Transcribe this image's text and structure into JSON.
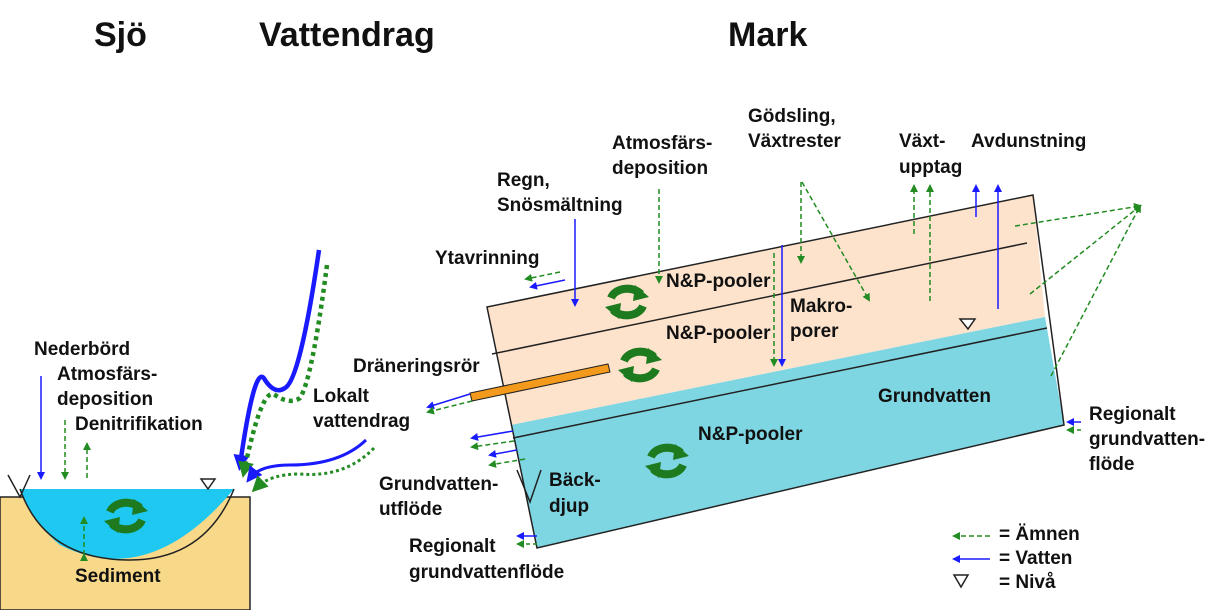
{
  "headings": {
    "lake": "Sjö",
    "stream": "Vattendrag",
    "land": "Mark"
  },
  "lake": {
    "precipitation": "Nederbörd",
    "atmos_line1": "Atmosfärs-",
    "atmos_line2": "deposition",
    "denitrification": "Denitrifikation",
    "sediment": "Sediment"
  },
  "stream": {
    "local_line1": "Lokalt",
    "local_line2": "vattendrag"
  },
  "land": {
    "runoff": "Ytavrinning",
    "rain_line1": "Regn,",
    "rain_line2": "Snösmältning",
    "atmos_line1": "Atmosfärs-",
    "atmos_line2": "deposition",
    "fert_line1": "Gödsling,",
    "fert_line2": "Växtrester",
    "uptake_line1": "Växt-",
    "uptake_line2": "upptag",
    "evaporation": "Avdunstning",
    "pool_top": "N&P-pooler",
    "pool_mid": "N&P-pooler",
    "pool_gw": "N&P-pooler",
    "macro_line1": "Makro-",
    "macro_line2": "porer",
    "drain": "Dräneringsrör",
    "groundwater": "Grundvatten",
    "gw_out_line1": "Grundvatten-",
    "gw_out_line2": "utflöde",
    "stream_depth_line1": "Bäck-",
    "stream_depth_line2": "djup",
    "regional_left_line1": "Regionalt",
    "regional_left_line2": "grundvattenflöde",
    "regional_right_line1": "Regionalt",
    "regional_right_line2": "grundvatten-",
    "regional_right_line3": "flöde"
  },
  "legend": {
    "substances": "= Ämnen",
    "water": "= Vatten",
    "level": "= Nivå"
  },
  "colors": {
    "water_flow": "#1a1aff",
    "substance_flow": "#228b22",
    "cycle": "#1e7a1e",
    "soil": "#fde3cc",
    "groundwater": "#7fd6e3",
    "lake_water": "#1ec8f0",
    "sediment": "#f8d98a",
    "drain_pipe": "#f39a1c"
  }
}
